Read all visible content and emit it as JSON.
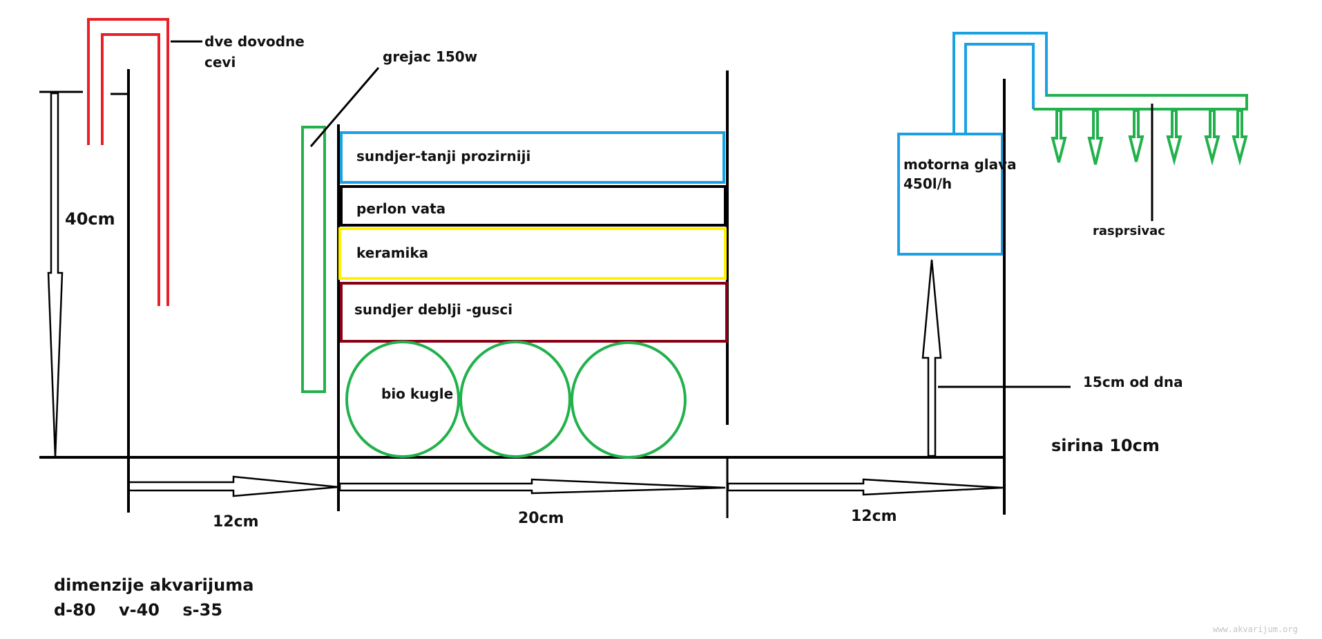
{
  "labels": {
    "dve_dovodne": "dve dovodne",
    "cevi": "cevi",
    "grejac": "grejac 150w",
    "height_40": "40cm",
    "sundjer_tanji": "sundjer-tanji prozirniji",
    "perlon": "perlon vata",
    "keramika": "keramika",
    "sundjer_deblji": "sundjer deblji -gusci",
    "bio_kugle": "bio kugle",
    "motorna_glava_1": "motorna glava",
    "motorna_glava_2": "450l/h",
    "rasprsivac": "rasprsivac",
    "od_dna": "15cm od dna",
    "sirina": "sirina 10cm",
    "dim_12_left": "12cm",
    "dim_20": "20cm",
    "dim_12_right": "12cm",
    "dimenzije_title": "dimenzije akvarijuma",
    "dimenzije_values": "d-80    v-40    s-35"
  },
  "watermark": "www.akvarijum.org",
  "colors": {
    "line": "#000000",
    "red_pipe": "#e8202a",
    "blue": "#1ba1e2",
    "green": "#22b14c",
    "yellow": "#fff200",
    "dark_red": "#880015"
  }
}
